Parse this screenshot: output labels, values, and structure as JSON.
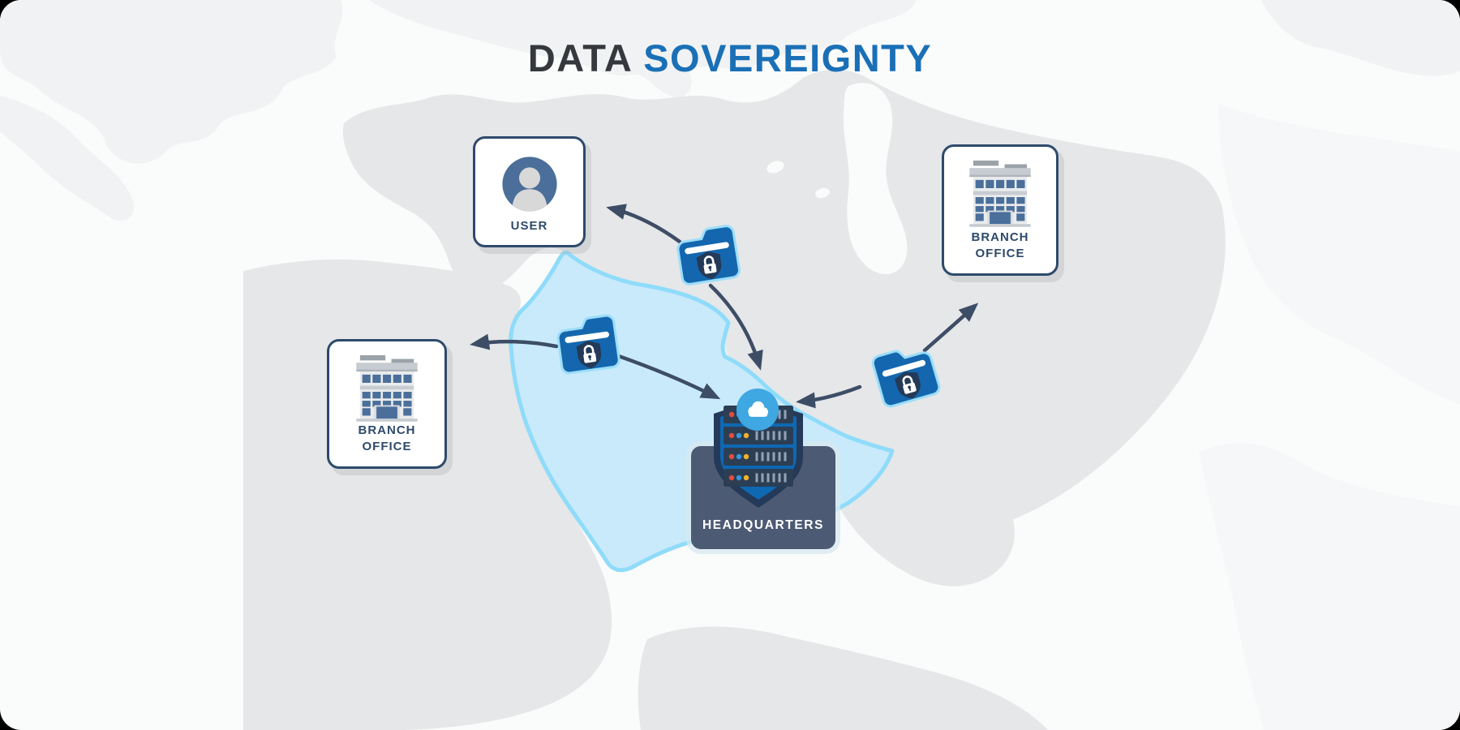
{
  "title": {
    "dark": "DATA",
    "accent": "SOVEREIGNTY"
  },
  "nodes": {
    "user": {
      "label": "USER"
    },
    "branch_office_left": {
      "label": "BRANCH OFFICE"
    },
    "branch_office_right": {
      "label": "BRANCH OFFICE"
    },
    "headquarters": {
      "label": "HEADQUARTERS"
    }
  },
  "icons": {
    "user": "person-avatar-icon",
    "branch_office": "office-building-icon",
    "headquarters": "server-rack-with-shield-icon",
    "cloud": "cloud-icon",
    "data_transfer": "locked-folder-icon"
  },
  "map": {
    "highlighted_region": "arabian-peninsula",
    "style": "flat middle-east map, highlighted region in light blue"
  },
  "colors": {
    "canvas_bg": "#fafbfb",
    "title_dark": "#35393e",
    "accent_blue": "#1a70b7",
    "land": "#e5e7e8",
    "land_light": "#f1f2f3",
    "land_lighter": "#f6f7f8",
    "region_fill": "#c9eafb",
    "region_stroke": "#8fdbfa",
    "arrow": "#3d4d66",
    "card_border": "#2e4a6b",
    "label_navy": "#2e4a6b",
    "folder_blue": "#1467ae",
    "folder_glow": "#9bdef9",
    "shield_navy": "#243a58",
    "hq_bg": "#4d5a74",
    "cloud_blue": "#3fa7e2",
    "server_dark": "#2c3e54",
    "shield_blue": "#0e68b2",
    "steel_blue": "#4b6f9a",
    "silhouette": "#d8d8d8",
    "window_blue": "#4a6f9b",
    "dot_red": "#e74c3c",
    "dot_blue": "#3498db",
    "dot_yellow": "#f0b429"
  }
}
